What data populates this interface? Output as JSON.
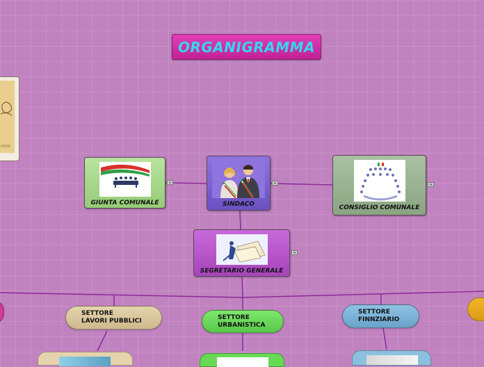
{
  "title": "ORGANIGRAMMA",
  "nodes": {
    "sindaco": "SINDACO",
    "giunta": "GIUNTA COMUNALE",
    "consiglio": "CONSIGLIO COMUNALE",
    "segretario": "SEGRETARIO GENERALE",
    "lavori_pubblici": [
      "SETTORE",
      "LAVORI PUBBLICI"
    ],
    "urbanistica": [
      "SETTORE",
      "URBANISTICA"
    ],
    "finanziario": [
      "SETTORE",
      "FINNZIARIO"
    ]
  },
  "note_icon": "≡",
  "colors": {
    "background": "#c183c0",
    "title_bg": "#d12ea6",
    "title_text": "#37d6ee",
    "sindaco_bg": "#7a5fd0",
    "giunta_bg": "#a6d78a",
    "consiglio_bg": "#97b08f",
    "segretario_bg": "#b34ec9",
    "lavori_bg": "#dccaa0",
    "urbanistica_bg": "#6fdc5e",
    "finanziario_bg": "#7fb5d8",
    "connector": "#8a2a9a"
  }
}
